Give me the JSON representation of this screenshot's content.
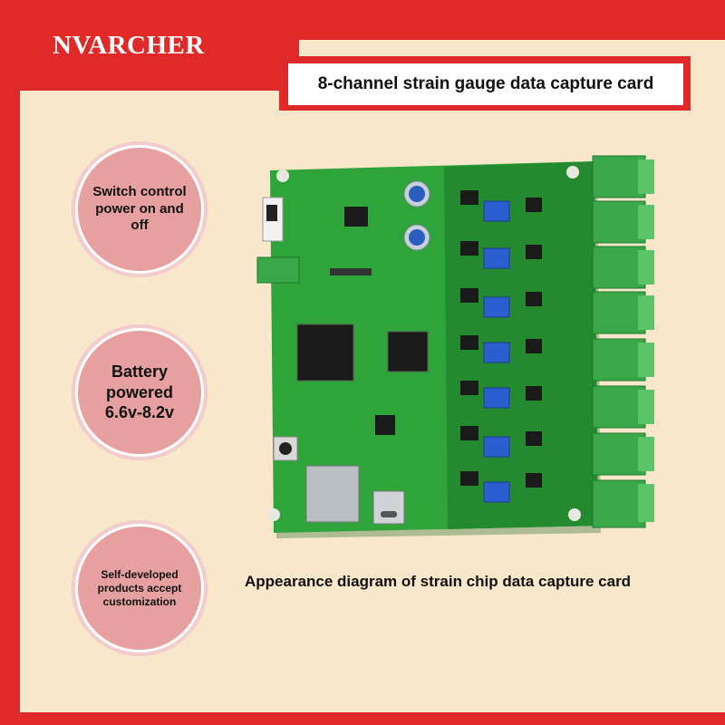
{
  "brand": {
    "name": "NVARCHER"
  },
  "title": {
    "text": "8-channel strain gauge data capture card"
  },
  "features": [
    {
      "text": "Switch control power on and off"
    },
    {
      "text": "Battery powered 6.6v-8.2v"
    },
    {
      "text": "Self-developed products accept customization"
    }
  ],
  "caption": {
    "text": "Appearance diagram of strain chip data capture card"
  },
  "product_image": {
    "description_name": "pcb-board-photo",
    "board_color": "#2fa43a",
    "terminal_color": "#3aa84a",
    "potentiometer_color": "#2b5fd0"
  },
  "colors": {
    "accent_red": "#e02a2a",
    "background_cream": "#f9e7cc",
    "circle_pink": "#e6a0a0"
  }
}
